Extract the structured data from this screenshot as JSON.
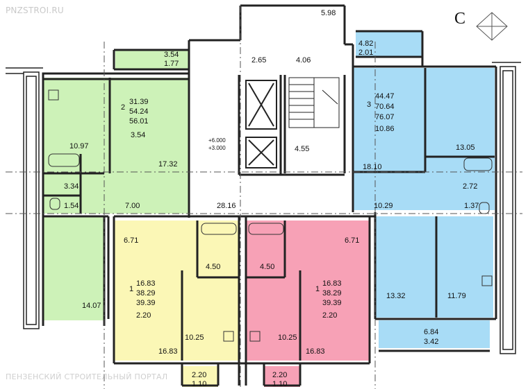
{
  "watermark_top": "PNZSTROI.RU",
  "watermark_bottom": "ПЕНЗЕНСКИЙ СТРОИТЕЛЬНЫЙ ПОРТАЛ",
  "north_letter": "С",
  "colors": {
    "green": "#cdf2b8",
    "blue": "#a8dcf6",
    "yellow": "#fbf7b6",
    "pink": "#f7a1b6",
    "wall": "#222222"
  },
  "apartments": {
    "apt2": {
      "rooms": "2",
      "living": "31.39",
      "total": "54.24",
      "total_loggia": "56.01",
      "loggia": "3.54"
    },
    "apt3": {
      "rooms": "3",
      "living": "44.47",
      "total": "70.64",
      "total_loggia": "76.07",
      "loggia": "10.86"
    },
    "apt1_left": {
      "rooms": "1",
      "living": "16.83",
      "total": "38.29",
      "total_loggia": "39.39",
      "loggia": "2.20"
    },
    "apt1_right": {
      "rooms": "1",
      "living": "16.83",
      "total": "38.29",
      "total_loggia": "39.39",
      "loggia": "2.20"
    }
  },
  "labels": {
    "top_598": "5.98",
    "balc_left_a": "3.54",
    "balc_left_b": "1.77",
    "balc_right_a": "4.82",
    "balc_right_b": "2.01",
    "hall_265": "2.65",
    "hall_406": "4.06",
    "stair_455": "4.55",
    "elev_a": "+6.000",
    "elev_b": "+3.000",
    "g_1097": "10.97",
    "g_1732": "17.32",
    "g_334": "3.34",
    "g_154": "1.54",
    "g_700": "7.00",
    "corr_2816": "28.16",
    "g_1407": "14.07",
    "b_1305": "13.05",
    "b_1810": "18.10",
    "b_272": "2.72",
    "b_1029": "10.29",
    "b_137": "1.37",
    "b_1332": "13.32",
    "b_1179": "11.79",
    "b_684": "6.84",
    "b_342": "3.42",
    "y_671": "6.71",
    "y_450": "4.50",
    "y_1025": "10.25",
    "y_1683": "16.83",
    "y_220": "2.20",
    "y_110": "1.10",
    "p_671": "6.71",
    "p_450": "4.50",
    "p_1025": "10.25",
    "p_1683": "16.83",
    "p_220": "2.20",
    "p_110": "1.10"
  }
}
